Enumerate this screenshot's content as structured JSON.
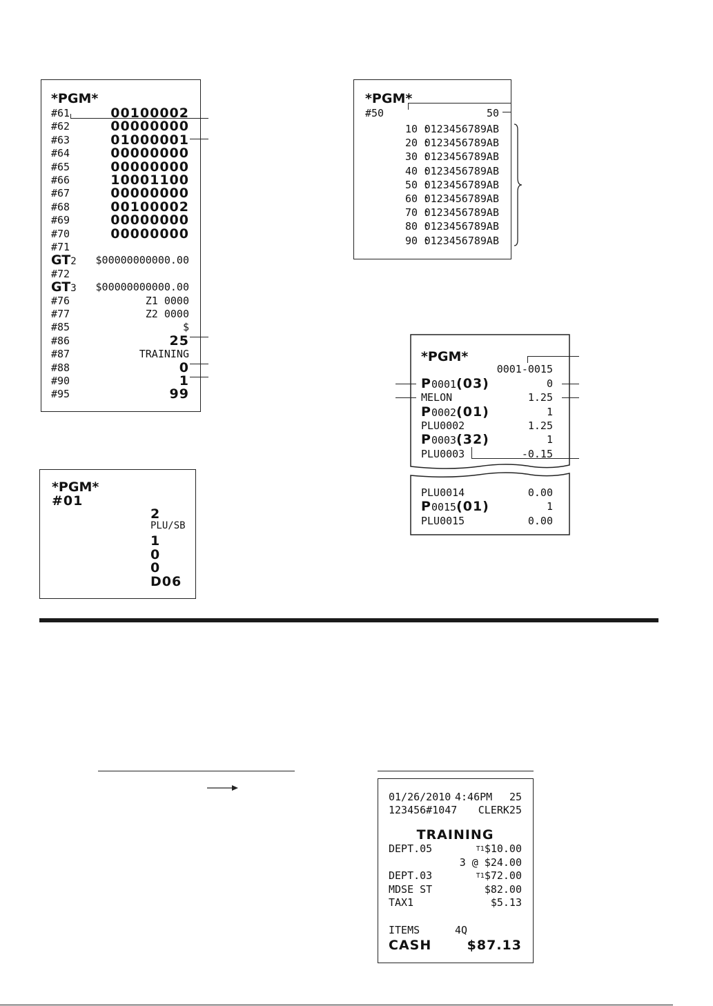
{
  "receipt_pgm61": {
    "title": "*PGM*",
    "rows": [
      {
        "label": "#61",
        "value": "00100002"
      },
      {
        "label": "#62",
        "value": "00000000"
      },
      {
        "label": "#63",
        "value": "01000001"
      },
      {
        "label": "#64",
        "value": "00000000"
      },
      {
        "label": "#65",
        "value": "00000000"
      },
      {
        "label": "#66",
        "value": "10001100"
      },
      {
        "label": "#67",
        "value": "00000000"
      },
      {
        "label": "#68",
        "value": "00100002"
      },
      {
        "label": "#69",
        "value": "00000000"
      },
      {
        "label": "#70",
        "value": "00000000"
      },
      {
        "label": "#71",
        "value": ""
      },
      {
        "label": "GT",
        "label2": "2",
        "value": "$00000000000.00"
      },
      {
        "label": "#72",
        "value": ""
      },
      {
        "label": "GT",
        "label2": "3",
        "value": "$00000000000.00"
      },
      {
        "label": "#76",
        "value": "Z1  0000"
      },
      {
        "label": "#77",
        "value": "Z2  0000"
      },
      {
        "label": "#85",
        "value": "$"
      },
      {
        "label": "#86",
        "value": "25"
      },
      {
        "label": "#87",
        "value": "TRAINING"
      },
      {
        "label": "#88",
        "value": "0"
      },
      {
        "label": "#90",
        "value": "1"
      },
      {
        "label": "#95",
        "value": "99"
      }
    ]
  },
  "receipt_pgm50": {
    "title": "*PGM*",
    "head_label": "#50",
    "head_value": "50",
    "rows": [
      {
        "label": "10",
        "value": "0123456789AB"
      },
      {
        "label": "20",
        "value": "0123456789AB"
      },
      {
        "label": "30",
        "value": "0123456789AB"
      },
      {
        "label": "40",
        "value": "0123456789AB"
      },
      {
        "label": "50",
        "value": "0123456789AB"
      },
      {
        "label": "60",
        "value": "0123456789AB"
      },
      {
        "label": "70",
        "value": "0123456789AB"
      },
      {
        "label": "80",
        "value": "0123456789AB"
      },
      {
        "label": "90",
        "value": "0123456789AB"
      }
    ]
  },
  "receipt_pgm01": {
    "title": "*PGM*",
    "number": "#01",
    "values": [
      "2",
      "PLU/SB",
      "1",
      "0",
      "0",
      "D06"
    ]
  },
  "receipt_plu": {
    "title": "*PGM*",
    "range": "0001-0015",
    "rows": [
      {
        "p": "P",
        "code": "0001",
        "grp": "(03)",
        "value": "0"
      },
      {
        "name": "MELON",
        "value": "1.25"
      },
      {
        "p": "P",
        "code": "0002",
        "grp": "(01)",
        "value": "1"
      },
      {
        "name": "PLU0002",
        "value": "1.25"
      },
      {
        "p": "P",
        "code": "0003",
        "grp": "(32)",
        "value": "1"
      },
      {
        "name": "PLU0003",
        "value": "-0.15"
      }
    ],
    "tail_rows": [
      {
        "name": "PLU0014",
        "value": "0.00"
      },
      {
        "p": "P",
        "code": "0015",
        "grp": "(01)",
        "value": "1"
      },
      {
        "name": "PLU0015",
        "value": "0.00"
      }
    ]
  },
  "receipt_training": {
    "date": "01/26/2010",
    "time": "4:46PM",
    "num": "25",
    "id": "123456#1047",
    "clerk": "CLERK25",
    "mode": "TRAINING",
    "lines": [
      {
        "label": "DEPT.05",
        "tax": "T1",
        "value": "$10.00"
      },
      {
        "label": "",
        "tax": "",
        "value": "3 @ $24.00"
      },
      {
        "label": "DEPT.03",
        "tax": "T1",
        "value": "$72.00"
      },
      {
        "label": "MDSE ST",
        "tax": "",
        "value": "$82.00"
      },
      {
        "label": "TAX1",
        "tax": "",
        "value": "$5.13"
      }
    ],
    "items_label": "ITEMS",
    "items_value": "4Q",
    "cash_label": "CASH",
    "cash_value": "$87.13"
  },
  "colors": {
    "ink": "#111111",
    "rule": "#1a1a1a"
  }
}
